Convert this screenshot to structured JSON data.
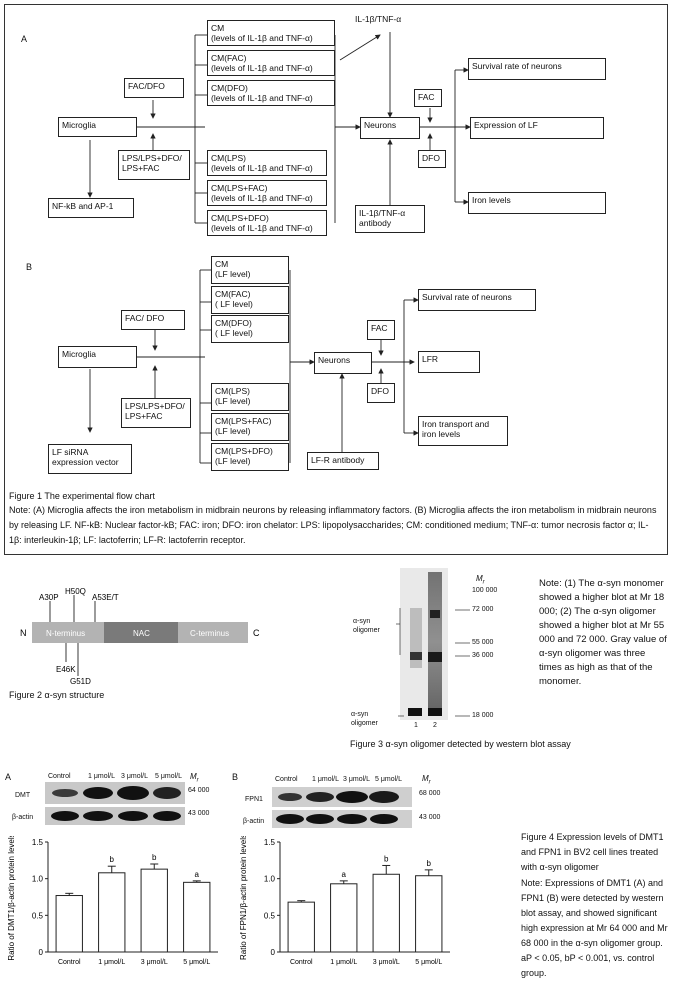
{
  "fig1": {
    "panel_a": "A",
    "panel_b": "B",
    "a": {
      "microglia": "Microglia",
      "fac_dfo": "FAC/DFO",
      "lps": "LPS/LPS+DFO/\nLPS+FAC",
      "nfkb": "NF-kB and AP-1",
      "cm": "CM\n(levels of IL-1β and TNF-α)",
      "cm_fac": "CM(FAC)\n(levels of IL-1β and TNF-α)",
      "cm_dfo": "CM(DFO)\n(levels of IL-1β and TNF-α)",
      "cm_lps": "CM(LPS)\n(levels of IL-1β and TNF-α)",
      "cm_lps_fac": "CM(LPS+FAC)\n(levels of IL-1β and TNF-α)",
      "cm_lps_dfo": "CM(LPS+DFO)\n(levels of IL-1β and TNF-α)",
      "il1_tnf": "IL-1β/TNF-α",
      "neurons": "Neurons",
      "il1_tnf_ab": "IL-1β/TNF-α\nantibody",
      "fac": "FAC",
      "dfo": "DFO",
      "survival": "Survival rate of neurons",
      "expr_lf": "Expression of LF",
      "iron": "Iron levels"
    },
    "b": {
      "microglia": "Microglia",
      "fac_dfo": "FAC/ DFO",
      "lps": "LPS/LPS+DFO/\nLPS+FAC",
      "lf_sirna": "LF siRNA\nexpression vector",
      "cm": "CM\n(LF level)",
      "cm_fac": "CM(FAC)\n( LF level)",
      "cm_dfo": "CM(DFO)\n( LF level)",
      "cm_lps": "CM(LPS)\n(LF level)",
      "cm_lps_fac": "CM(LPS+FAC)\n(LF level)",
      "cm_lps_dfo": "CM(LPS+DFO)\n(LF level)",
      "neurons": "Neurons",
      "lfr_ab": "LF-R antibody",
      "fac": "FAC",
      "dfo": "DFO",
      "survival": "Survival rate of neurons",
      "lfr": "LFR",
      "iron": "Iron transport and\niron levels"
    },
    "caption": "Figure 1    The experimental flow chart",
    "note": "Note: (A) Microglia affects the iron metabolism in midbrain neurons by releasing inflammatory factors. (B) Microglia affects the iron metabolism in midbrain neurons by releasing LF. NF-kB: Nuclear factor-kB; FAC: iron; DFO: iron chelator: LPS: lipopolysaccharides; CM: conditioned medium; TNF-α: tumor necrosis factor α; IL-1β: interleukin-1β; LF: lactoferrin; LF-R: lactoferrin receptor."
  },
  "fig2": {
    "mutations_top": [
      "A30P",
      "H50Q",
      "A53E/T"
    ],
    "mutations_bottom": [
      "E46K",
      "G51D"
    ],
    "n": "N",
    "c": "C",
    "domains": [
      "N-terminus",
      "NAC",
      "C-terminus"
    ],
    "caption": "Figure 2    α-syn structure",
    "colors": {
      "nterm": "#b3b3b3",
      "nac": "#7a7a7a",
      "cterm": "#b3b3b3"
    }
  },
  "fig3": {
    "mr_label": "M",
    "mr_sub": "r",
    "markers": [
      "100 000",
      "72 000",
      "55 000",
      "36 000",
      "18 000"
    ],
    "lane_labels": [
      "1",
      "2"
    ],
    "oligomer_label": "α-syn\noligomer",
    "monomer_label": "α-syn\noligomer",
    "note": "Note: (1) The α-syn monomer showed a higher blot at Mr 18 000; (2) The α-syn oligomer showed a higher blot at Mr 55 000 and 72 000. Gray value of α-syn oligomer was three times as high as that of the monomer.",
    "caption": "Figure 3    α-syn oligomer detected by western blot assay"
  },
  "fig4": {
    "panel_a": "A",
    "panel_b": "B",
    "blot_a": {
      "groups": [
        "Control",
        "1 μmol/L",
        "3 μmol/L",
        "5 μmol/L"
      ],
      "mr": "M",
      "mr_sub": "r",
      "row1": "DMT",
      "row1_mw": "64 000",
      "row2": "β-actin",
      "row2_mw": "43 000"
    },
    "blot_b": {
      "groups": [
        "Control",
        "1 μmol/L",
        "3 μmol/L",
        "5 μmol/L"
      ],
      "mr": "M",
      "mr_sub": "r",
      "row1": "FPN1",
      "row1_mw": "68 000",
      "row2": "β-actin",
      "row2_mw": "43 000"
    },
    "caption": "Figure 4    Expression levels of DMT1 and FPN1 in BV2 cell lines treated with α-syn oligomer",
    "note": "Note: Expressions of DMT1 (A) and FPN1 (B) were detected by western blot assay, and showed significant high expression at Mr 64 000 and Mr 68 000 in the α-syn oligomer group. aP < 0.05, bP < 0.001, vs. control group."
  },
  "chart_data": [
    {
      "type": "bar",
      "categories": [
        "Control",
        "1 μmol/L",
        "3 μmol/L",
        "5 μmol/L"
      ],
      "values": [
        0.77,
        1.08,
        1.13,
        0.95
      ],
      "errors": [
        0.03,
        0.09,
        0.07,
        0.02
      ],
      "significance": [
        "",
        "b",
        "b",
        "a"
      ],
      "ylabel": "Ratio of DMT1/β-actin protein levels",
      "xlabel": "",
      "ylim": [
        0,
        1.5
      ],
      "yticks": [
        "0",
        "0.5",
        "1.0",
        "1.5"
      ]
    },
    {
      "type": "bar",
      "categories": [
        "Control",
        "1 μmol/L",
        "3 μmol/L",
        "5 μmol/L"
      ],
      "values": [
        0.68,
        0.93,
        1.06,
        1.04
      ],
      "errors": [
        0.02,
        0.04,
        0.12,
        0.08
      ],
      "significance": [
        "",
        "a",
        "b",
        "b"
      ],
      "ylabel": "Ratio of FPN1/β-actin protein levels",
      "xlabel": "",
      "ylim": [
        0,
        1.5
      ],
      "yticks": [
        "0",
        "0.5",
        "1.0",
        "1.5"
      ]
    }
  ]
}
